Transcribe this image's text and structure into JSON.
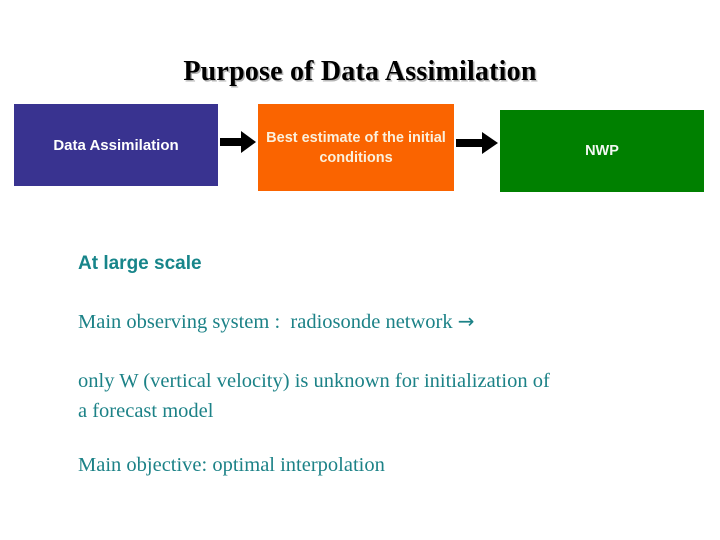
{
  "slide": {
    "title": "Purpose of Data Assimilation",
    "background_color": "#FFFFFF",
    "title_color": "#000000"
  },
  "flow": {
    "arrow_icon_name": "right-arrow-icon",
    "boxes": [
      {
        "id": "data-assimilation",
        "label": "Data Assimilation",
        "fill_color": "#393390",
        "text_color": "#FFFFFF"
      },
      {
        "id": "best-estimate",
        "label": "Best estimate of the initial conditions",
        "label_line1": "Best estimate of the",
        "label_line2": "initial conditions",
        "fill_color": "#FA6400",
        "text_color": "#FAF0DC"
      },
      {
        "id": "nwp",
        "label": "NWP",
        "fill_color": "#008000",
        "text_color": "#F2F7F2"
      }
    ]
  },
  "body": {
    "text_color": "#1C8287",
    "heading": "At large scale",
    "lines": [
      "Main observing system :  radiosonde network ",
      "only W (vertical velocity) is unknown for initialization of a forecast model",
      "Main objective: optimal interpolation"
    ],
    "line_main_observing": "Main observing system :  radiosonde network ",
    "line_main_observing_arrow": "→",
    "line_only_w": "only W (vertical velocity) is unknown for initialization of\na forecast model",
    "line_main_objective": "Main objective: optimal interpolation"
  }
}
